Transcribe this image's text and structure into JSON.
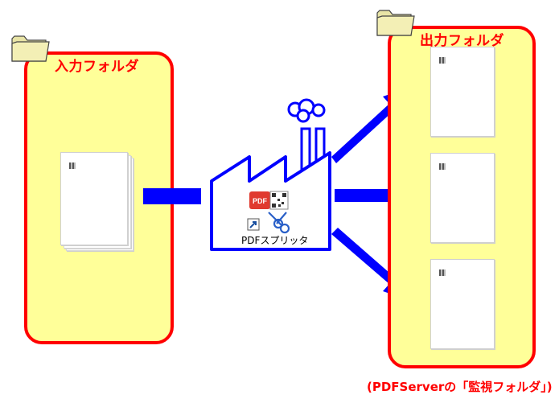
{
  "input_folder": {
    "label": "入力フォルダ"
  },
  "output_folder": {
    "label": "出力フォルダ",
    "caption": "(PDFServerの「監視フォルダ」)"
  },
  "app": {
    "label": "PDFスプリッタ",
    "badge_text": "PDF"
  },
  "colors": {
    "folder_fill": "#ffff99",
    "folder_border": "#ff0000",
    "arrow": "#0000ff",
    "label_text": "#ff0000"
  }
}
